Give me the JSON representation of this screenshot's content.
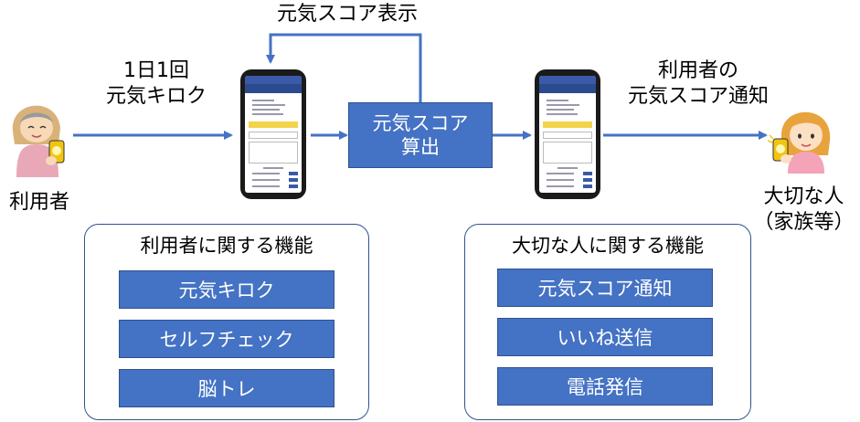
{
  "labels": {
    "user": "利用者",
    "record_line1": "1日1回",
    "record_line2": "元気キロク",
    "score_display": "元気スコア表示",
    "notify_line1": "利用者の",
    "notify_line2": "元気スコア通知",
    "important_line1": "大切な人",
    "important_line2": "（家族等）"
  },
  "process": {
    "line1": "元気スコア",
    "line2": "算出"
  },
  "user_panel": {
    "title": "利用者に関する機能",
    "items": [
      "元気キロク",
      "セルフチェック",
      "脳トレ"
    ]
  },
  "important_panel": {
    "title": "大切な人に関する機能",
    "items": [
      "元気スコア通知",
      "いいね送信",
      "電話発信"
    ]
  },
  "colors": {
    "box_fill": "#4472c4",
    "box_border": "#2f528f",
    "arrow": "#4472c4"
  },
  "icons": {
    "user": "elderly-woman-with-phone-icon",
    "important_person": "young-woman-with-phone-icon",
    "phone": "smartphone-app-screen-icon"
  }
}
